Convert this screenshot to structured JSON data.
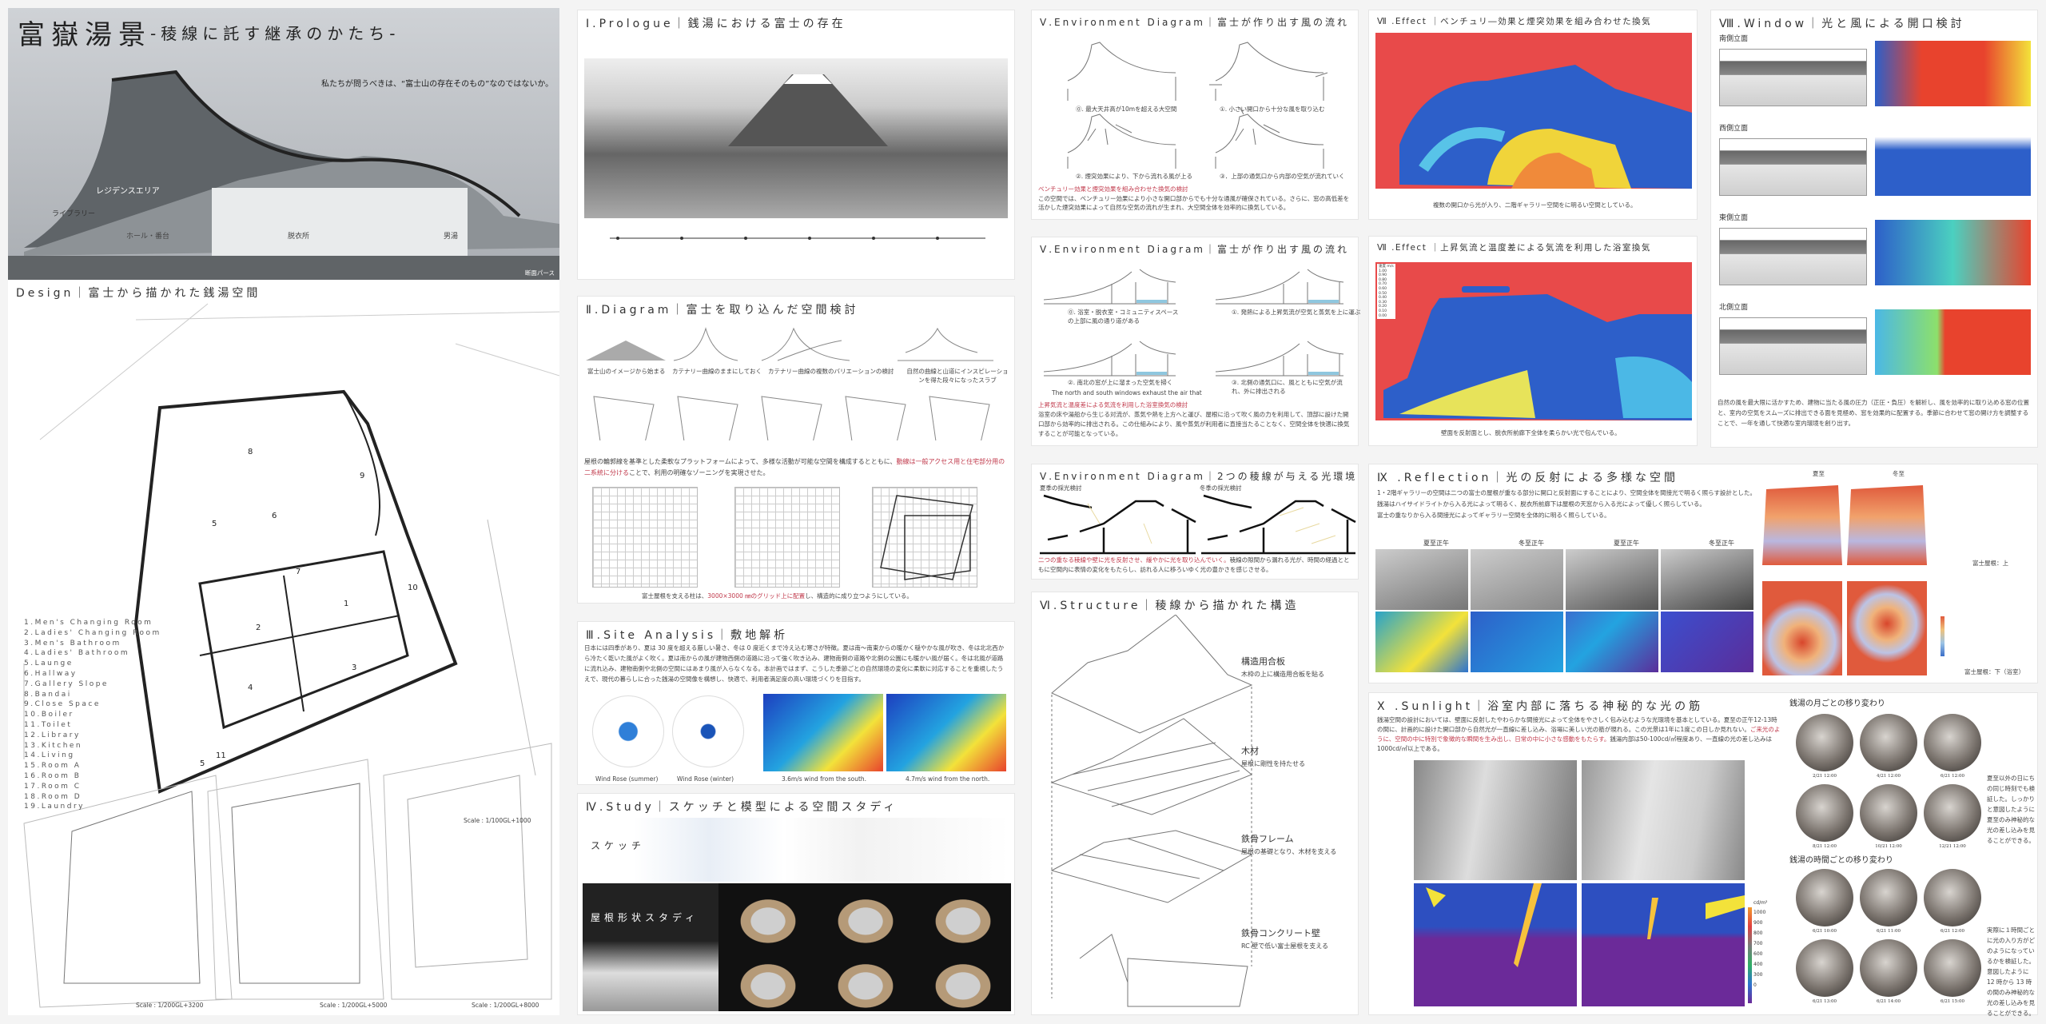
{
  "hero": {
    "title": "富嶽湯景",
    "subtitle": "-稜線に託す継承のかたち-",
    "quote": "私たちが問うべきは、“富士山の存在そのもの”なのではないか。",
    "labels": [
      "レジデンスエリア",
      "ライブラリー",
      "ホール・番台",
      "脱衣所",
      "男湯"
    ],
    "caption": "断面パース"
  },
  "design": {
    "title": "Design｜富士から描かれた銭湯空間",
    "legend": [
      "1.Men's Changing Room",
      "2.Ladies' Changing Room",
      "3.Men's Bathroom",
      "4.Ladies' Bathroom",
      "5.Launge",
      "6.Hallway",
      "7.Gallery Slope",
      "8.Bandai",
      "9.Close Space",
      "10.Boiler",
      "11.Toilet",
      "12.Library",
      "13.Kitchen",
      "14.Living",
      "15.Room A",
      "16.Room B",
      "17.Room C",
      "18.Room D",
      "19.Laundry"
    ],
    "room_numbers": [
      "1",
      "2",
      "3",
      "4",
      "5",
      "5",
      "6",
      "7",
      "8",
      "9",
      "10",
      "11"
    ],
    "scales": [
      "Scale : 1/100GL+1000",
      "Scale : 1/200GL+3200",
      "Scale : 1/200GL+5000",
      "Scale : 1/200GL+8000"
    ]
  },
  "prologue": {
    "title": "Ⅰ.Prologue｜銭湯における富士の存在"
  },
  "diagram": {
    "title": "Ⅱ.Diagram｜富士を取り込んだ空間検討",
    "captions": [
      "富士山のイメージから始まる",
      "カテナリー曲線のままにしておく",
      "カテナリー曲線の複数のバリエーションの検討",
      "自然の曲線と山道にインスピレーションを得た段々になったスラブ"
    ],
    "text_a": "屋根の輪郭線を基準とした柔軟なプラットフォームによって、多様な活動が可能な空間を構成するとともに、",
    "text_red": "動線は一般アクセス用と住宅部分用の二系統に分ける",
    "text_b": "ことで、利用の明確なゾーニングを実現させた。",
    "grid_a": "富士屋根を支える柱は、",
    "grid_red": "3000×3000 ㎜のグリッド上に配置",
    "grid_b": "し、構造的に成り立つようにしている。"
  },
  "site": {
    "title": "Ⅲ.Site Analysis｜敷地解析",
    "text": "日本には四季があり、夏は 30 度を超える厳しい暑さ、冬は 0 度近くまで冷え込む寒さが特徴。夏は南～南東からの暖かく穏やかな風が吹き、冬は北北西から冷たく乾いた風がよく吹く。夏は南からの風が建物西側の道路に沿って強く吹き込み、建物南側の道路や北側の公園にも暖かい風が届く。冬は北風が道路に流れ込み、建物南側や北側の空間にはあまり風が入らなくなる。本計画ではまず、こうした季節ごとの自然環境の変化に柔軟に対応することを重視したうえで、現代の暮らしに合った銭湯の空間像を構想し、快適で、利用者満足度の高い環境づくりを目指す。",
    "captions": [
      "Wind Rose (summer)",
      "Wind Rose (winter)",
      "3.6m/s wind from the south.",
      "4.7m/s wind from the north."
    ]
  },
  "study": {
    "title": "Ⅳ.Study｜スケッチと模型による空間スタディ",
    "sketch": "スケッチ",
    "models": "屋根形状スタディ"
  },
  "env1": {
    "title": "Ⅴ.Environment Diagram｜富士が作り出す風の流れ",
    "captions": [
      "⓪. 最大天井高が10mを超える大空間",
      "①. 小さい開口から十分な風を取り込む",
      "②. 煙突効果により、下から流れる風が上る",
      "③．上部の通気口から内部の空気が流れていく"
    ],
    "heading": "ベンチュリー効果と煙突効果を組み合わせた換気の検討",
    "text": "この空間では、ベンチュリー効果により小さな開口部からでも十分な通風が確保されている。さらに、窓の高低差を活かした煙突効果によって自然な空気の流れが生まれ、大空間全体を効率的に換気している。"
  },
  "env2": {
    "title": "Ⅴ.Environment Diagram｜富士が作り出す風の流れ",
    "captions": [
      "⓪. 浴室・脱衣室・コミュニティスペースの上部に風の通り道がある",
      "①. 発熱による上昇気流が空気と蒸気を上に運ぶ",
      "②. 南北の窓が上に溜まった空気を掃く",
      "③. 北側の通気口に、風とともに空気が流れ、外に排出される"
    ],
    "english": "The north and south windows exhaust the air that",
    "heading": "上昇気流と温度差による気流を利用した浴室換気の検討",
    "text": "浴室の床や湯船から生じる対流が、蒸気や熱を上方へと運び、屋根に沿って吹く風の力を利用して、頂部に設けた開口部から効率的に排出される。この仕組みにより、風や蒸気が利用者に直接当たることなく、空間全体を快適に換気することが可能となっている。"
  },
  "env3": {
    "title": "Ⅴ.Environment Diagram｜2つの稜線が与える光環境",
    "summer": "夏季の採光検討",
    "winter": "冬季の採光検討",
    "text_red": "二つの重なる稜線や壁に光を反射させ、緩やかに光を取り込んでいく。",
    "text": "稜線の隙間から漏れる光が、時間の経過とともに空間内に表情の変化をもたらし、訪れる人に移ろいゆく光の豊かさを感じさせる。"
  },
  "structure": {
    "title": "Ⅵ.Structure｜稜線から描かれた構造",
    "layers": [
      {
        "name": "構造用合板",
        "desc": "木枠の上に構造用合板を貼る"
      },
      {
        "name": "木材",
        "desc": "屋根に剛性を持たせる"
      },
      {
        "name": "鉄骨フレーム",
        "desc": "屋根の基礎となり、木材を支える"
      },
      {
        "name": "鉄骨コンクリート壁",
        "desc": "RC 壁で低い富士屋根を支える"
      }
    ]
  },
  "effect1": {
    "title": "Ⅶ .Effect ｜ベンチュリ―効果と煙突効果を組み合わせた換気",
    "caption": "複数の開口から光が入り、二階ギャラリー空間をに明るい空間としている。"
  },
  "effect2": {
    "title": "Ⅶ .Effect ｜上昇気流と温度差による気流を利用した浴室換気",
    "caption": "壁面を反射面とし、脱衣所前廊下全体を柔らかい光で包んでいる。",
    "legend_unit": "速度 m/s",
    "legend": [
      "1.00",
      "0.90",
      "0.80",
      "0.70",
      "0.60",
      "0.50",
      "0.40",
      "0.30",
      "0.20",
      "0.10",
      "0.00"
    ]
  },
  "window": {
    "title": "Ⅷ.Window｜光と風による開口検討",
    "elevations": [
      "南側立面",
      "西側立面",
      "東側立面",
      "北側立面"
    ],
    "text": "自然の風を最大限に活かすため、建物に当たる風の圧力（正圧・負圧）を解析し、風を効率的に取り込める窓の位置と、室内の空気をスムーズに排出できる面を見極め、窓を効果的に配置する。季節に合わせて窓の開け方を調整することで、一年を通して快適な室内環境を創り出す。"
  },
  "reflection": {
    "title": "Ⅸ .Reflection｜光の反射による多様な空間",
    "lines": [
      "1・2階ギャラリーの空間は二つの富士の屋根が重なる部分に開口と反射面にすることにより、空間全体を間接光で明るく照らす設計とした。",
      "銭湯はハイサイドライトから入る光によって明るく、脱衣所前廊下は屋根の天窓から入る光によって優しく照らしている。",
      "富士の重なりから入る間接光によってギャラリー空間を全体的に明るく照らしている。"
    ],
    "photo_labels": [
      "夏至正午",
      "冬至正午",
      "夏至正午",
      "冬至正午"
    ],
    "season_labels": [
      "夏至",
      "冬至"
    ],
    "roof_upper": "富士屋根：上",
    "roof_lower": "富士屋根：下（浴室）"
  },
  "sunlight": {
    "title": "Ⅹ .Sunlight｜浴室内部に落ちる神秘的な光の筋",
    "text_a": "銭湯空間の設計においては、壁面に反射したやわらかな間接光によって全体をやさしく包み込むような光環境を基本としている。夏至の正午12-13時の間に、計画的に設けた開口部から自然光が一直線に差し込み、浴場に美しい光の筋が現れる。この光景は1年に1度この日しか見れない。",
    "text_red": "ご来光のように、空間の中に特別で象徴的な瞬間を生み出し、日常の中に小さな感動をもたらす。",
    "text_b": "銭湯内部は50-100cd/㎡程度あり、一直線の光の差し込みは1000cd/㎡以上である。",
    "legend_unit": "cd/m²",
    "legend": [
      "1000",
      "900",
      "800",
      "700",
      "600",
      "400",
      "300",
      "0"
    ],
    "monthly_title": "銭湯の月ごとの移り変わり",
    "monthly": [
      "2/21 12:00",
      "4/21 12:00",
      "6/21 12:00",
      "8/21 12:00",
      "10/21 12:00",
      "12/21 12:00"
    ],
    "monthly_note": "夏至以外の日にちの同じ時刻でも検証した。しっかりと意図したように夏至のみ神秘的な光の差し込みを見ることができる。",
    "hourly_title": "銭湯の時間ごとの移り変わり",
    "hourly": [
      "6/21 10:00",
      "6/21 11:00",
      "6/21 12:00",
      "6/21 13:00",
      "6/21 14:00",
      "6/21 15:00"
    ],
    "hourly_note": "実際に１時間ごとに光の入り方がどのようになっているかを検証した。意図したように 12 時から 13 時の間のみ神秘的な光の差し込みを見ることができる。"
  }
}
